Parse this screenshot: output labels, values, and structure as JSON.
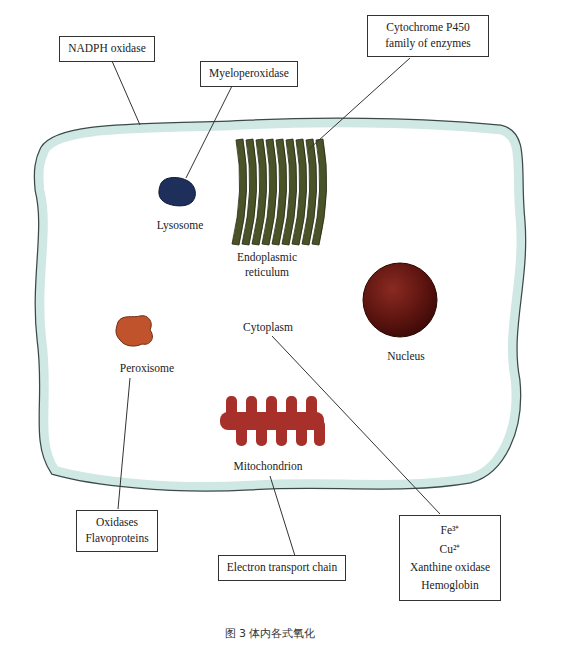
{
  "diagram": {
    "caption": "图 3 体内各式氧化",
    "nodes": [
      {
        "text": [
          "NADPH oxidase"
        ]
      },
      {
        "text": [
          "Myeloperoxidase"
        ]
      },
      {
        "text": [
          "Cytochrome P450 family of enzymes"
        ]
      },
      {
        "text": [
          "Oxidases",
          "Flavoproteins"
        ]
      },
      {
        "text": [
          "Electron transport chain"
        ]
      },
      {
        "text": [
          "Fe³⁺",
          "Cu²⁺",
          "Xanthine oxidase",
          "Hemoglobin"
        ]
      }
    ],
    "labels": [
      "Lysosome",
      "Endoplasmic reticulum",
      "Cytoplasm",
      "Nucleus",
      "Peroxisome",
      "Mitochondrion"
    ]
  }
}
